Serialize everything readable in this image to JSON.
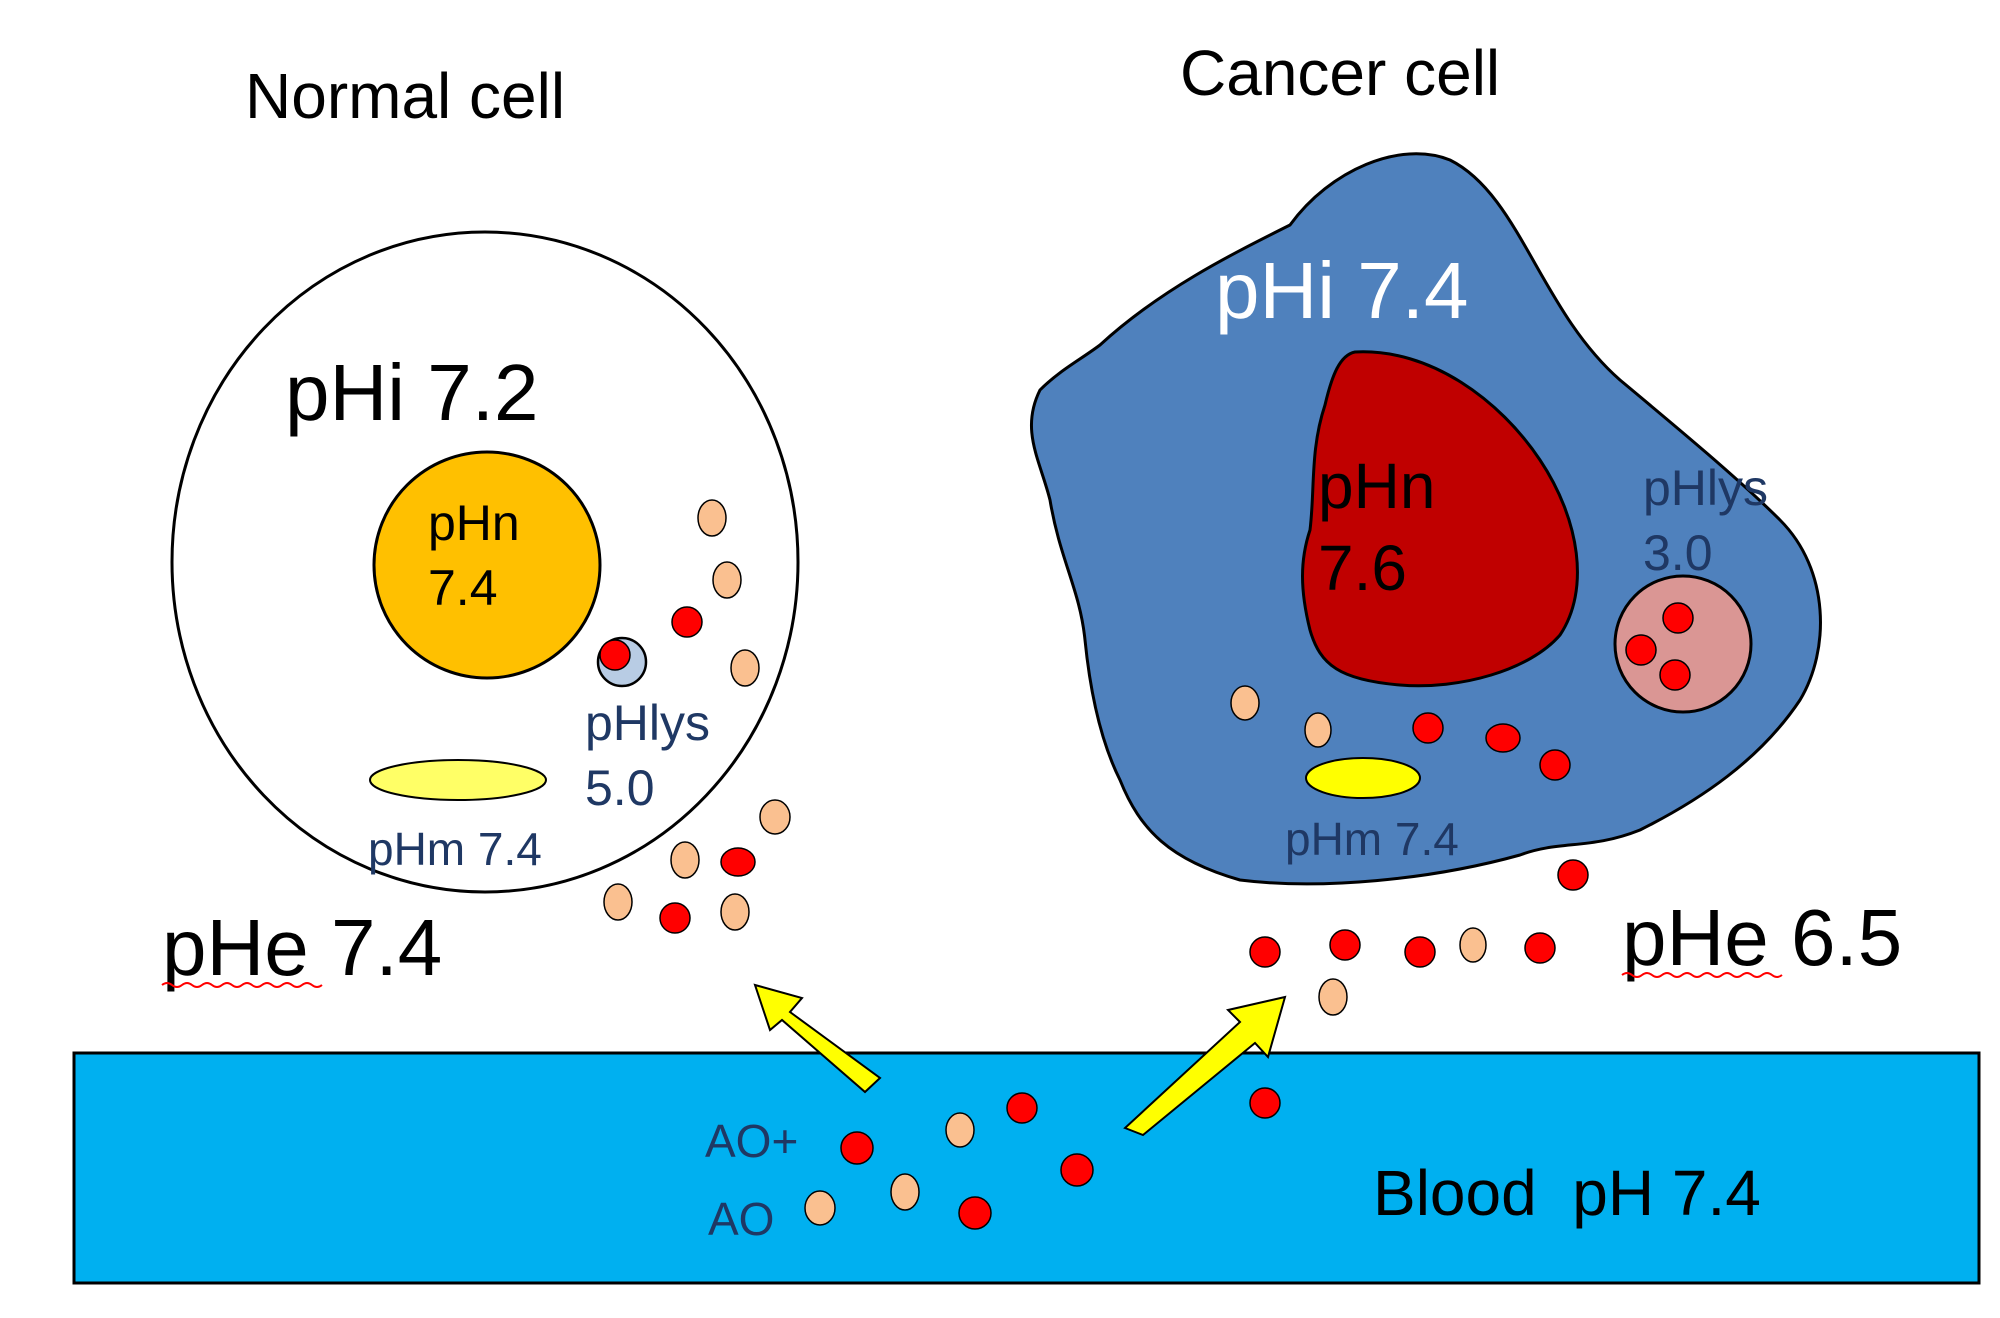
{
  "normal_cell": {
    "title": "Normal cell",
    "phi": "pHi 7.2",
    "phn_label": "pHn",
    "phn_value": "7.4",
    "phlys_label": "pHlys",
    "phlys_value": "5.0",
    "phm": "pHm 7.4",
    "phe": "pHe 7.4"
  },
  "cancer_cell": {
    "title": "Cancer cell",
    "phi": "pHi 7.4",
    "phn_label": "pHn",
    "phn_value": "7.6",
    "phlys_label": "pHlys",
    "phlys_value": "3.0",
    "phm": "pHm 7.4",
    "phe": "pHe 6.5"
  },
  "blood": {
    "label": "Blood  pH 7.4",
    "ao_plus": "AO+",
    "ao": "AO"
  },
  "colors": {
    "blood": "#00B0F0",
    "cancer_cytoplasm": "#4F81BD",
    "cancer_nucleus": "#C00000",
    "cancer_lysosome": "#DA9694",
    "normal_nucleus": "#FFC000",
    "mitochondria": "#FFFF66",
    "lysosome_normal": "#B8CCE4",
    "ao_charged": "#FF0000",
    "ao_neutral": "#FAC090",
    "arrow": "#FFFF00"
  },
  "legend_icons": [
    "ao-charged-dot-icon",
    "ao-neutral-dot-icon",
    "arrow-icon"
  ]
}
